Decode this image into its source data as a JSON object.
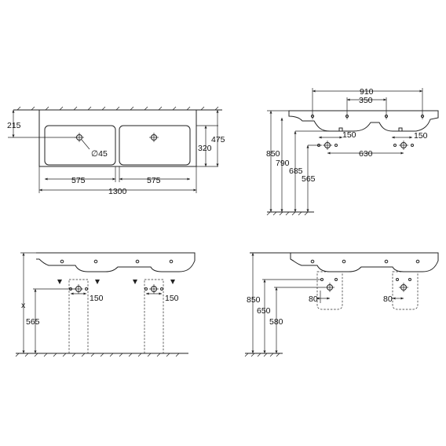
{
  "views": {
    "top": {
      "labels": {
        "d215": "215",
        "d320": "320",
        "d475": "475",
        "d45": "∅45",
        "d575a": "575",
        "d575b": "575",
        "d1300": "1300"
      }
    },
    "side": {
      "labels": {
        "d910": "910",
        "d350": "350",
        "d150a": "150",
        "d150b": "150",
        "d630": "630",
        "d850": "850",
        "d790": "790",
        "d685": "685",
        "d565": "565"
      }
    },
    "front_pedestal": {
      "labels": {
        "dx": "x",
        "d565": "565",
        "d150a": "150",
        "d150b": "150"
      }
    },
    "front_semi": {
      "labels": {
        "d850": "850",
        "d650": "650",
        "d580": "580",
        "d80a": "80",
        "d80b": "80"
      }
    }
  },
  "colors": {
    "line": "#222222",
    "background": "#ffffff"
  }
}
